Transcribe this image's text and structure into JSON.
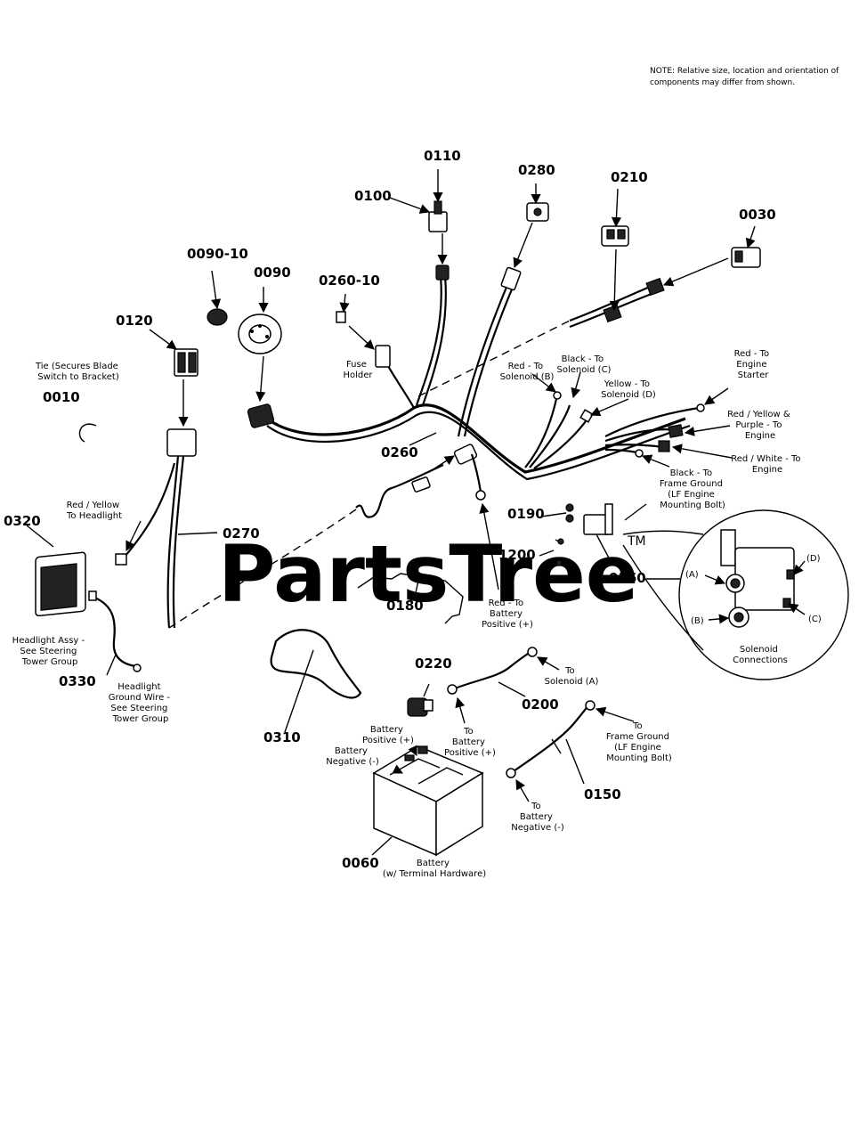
{
  "note": {
    "line1": "NOTE: Relative size, location and orientation of",
    "line2": "components may differ from shown."
  },
  "watermark": {
    "text": "PartsTree",
    "tm": "TM"
  },
  "parts": [
    {
      "num": "0010"
    },
    {
      "num": "0030"
    },
    {
      "num": "0060"
    },
    {
      "num": "0090"
    },
    {
      "num": "0090-10"
    },
    {
      "num": "0100"
    },
    {
      "num": "0110"
    },
    {
      "num": "0120"
    },
    {
      "num": "0150"
    },
    {
      "num": "0160"
    },
    {
      "num": "0180"
    },
    {
      "num": "0190"
    },
    {
      "num": "0200"
    },
    {
      "num": "0210"
    },
    {
      "num": "0220"
    },
    {
      "num": "0260"
    },
    {
      "num": "0260-10"
    },
    {
      "num": "0270"
    },
    {
      "num": "0280"
    },
    {
      "num": "0310"
    },
    {
      "num": "0320"
    },
    {
      "num": "0330"
    },
    {
      "num": "1200"
    }
  ],
  "labels": {
    "tie": [
      "Tie (Secures Blade",
      "Switch to Bracket)"
    ],
    "fuse_holder": [
      "Fuse",
      "Holder"
    ],
    "red_solenoid_b": [
      "Red - To",
      "Solenoid (B)"
    ],
    "black_solenoid_c": [
      "Black - To",
      "Solenoid (C)"
    ],
    "yellow_solenoid_d": [
      "Yellow - To",
      "Solenoid (D)"
    ],
    "red_engine_starter": [
      "Red - To",
      "Engine",
      "Starter"
    ],
    "red_yellow_purple": [
      "Red / Yellow &",
      "Purple - To",
      "Engine"
    ],
    "red_white_engine": [
      "Red / White - To",
      "Engine"
    ],
    "black_frame_ground": [
      "Black - To",
      "Frame Ground",
      "(LF Engine",
      "Mounting Bolt)"
    ],
    "red_yellow_headlight": [
      "Red / Yellow",
      "To Headlight"
    ],
    "red_battery_pos": [
      "Red - To",
      "Battery",
      "Positive (+)"
    ],
    "headlight_assy": [
      "Headlight Assy -",
      "See Steering",
      "Tower Group"
    ],
    "headlight_ground": [
      "Headlight",
      "Ground Wire -",
      "See Steering",
      "Tower Group"
    ],
    "to_solenoid_a": [
      "To",
      "Solenoid (A)"
    ],
    "to_battery_pos": [
      "To",
      "Battery",
      "Positive (+)"
    ],
    "battery_positive": [
      "Battery",
      "Positive (+)"
    ],
    "battery_negative": [
      "Battery",
      "Negative (-)"
    ],
    "to_frame_ground": [
      "To",
      "Frame Ground",
      "(LF Engine",
      "Mounting Bolt)"
    ],
    "to_battery_neg": [
      "To",
      "Battery",
      "Negative (-)"
    ],
    "battery": [
      "Battery",
      "(w/ Terminal Hardware)"
    ],
    "solenoid_connections": [
      "Solenoid",
      "Connections"
    ],
    "sol_a": "(A)",
    "sol_b": "(B)",
    "sol_c": "(C)",
    "sol_d": "(D)"
  }
}
